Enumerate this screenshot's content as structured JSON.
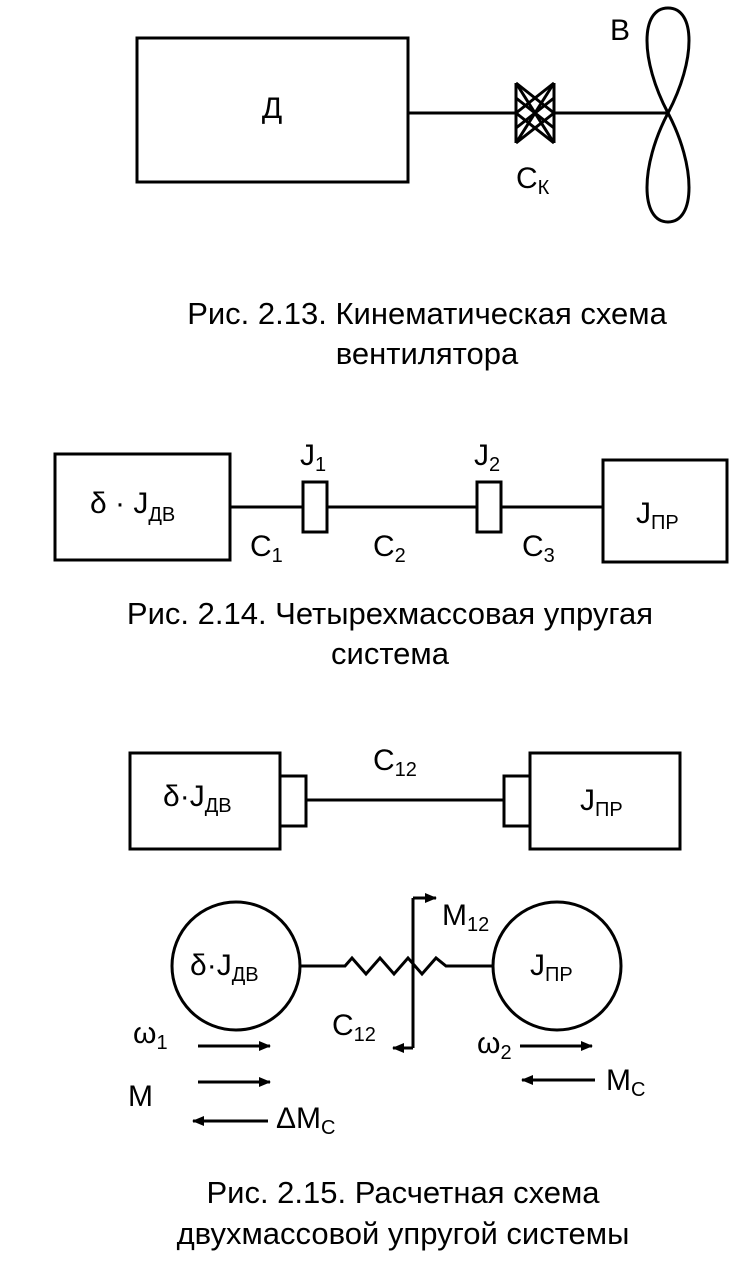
{
  "figure_213": {
    "motor_label": "Д",
    "fan_label": "В",
    "coupling_label": "С",
    "coupling_sub": "К",
    "caption_line1": "Рис. 2.13. Кинематическая схема",
    "caption_line2": "вентилятора"
  },
  "figure_214": {
    "left_mass": {
      "main": "δ · J",
      "sub": "ДВ"
    },
    "right_mass": {
      "main": "J",
      "sub": "ПР"
    },
    "inertia_1": {
      "main": "J",
      "sub": "1"
    },
    "inertia_2": {
      "main": "J",
      "sub": "2"
    },
    "stiffness_1": {
      "main": "С",
      "sub": "1"
    },
    "stiffness_2": {
      "main": "С",
      "sub": "2"
    },
    "stiffness_3": {
      "main": "С",
      "sub": "3"
    },
    "caption_line1": "Рис. 2.14. Четырехмассовая упругая",
    "caption_line2": "система"
  },
  "figure_215": {
    "top_left": {
      "main": "δ·J",
      "sub": "ДВ"
    },
    "top_right": {
      "main": "J",
      "sub": "ПР"
    },
    "top_stiffness": {
      "main": "С",
      "sub": "12"
    },
    "circle_left": {
      "main": "δ·J",
      "sub": "ДВ"
    },
    "circle_right": {
      "main": "J",
      "sub": "ПР"
    },
    "moment_12": {
      "main": "M",
      "sub": "12"
    },
    "spring_stiffness": {
      "main": "С",
      "sub": "12"
    },
    "omega_1": {
      "main": "ω",
      "sub": "1"
    },
    "omega_2": {
      "main": "ω",
      "sub": "2"
    },
    "torque_m": "M",
    "delta_mc": {
      "main": "ΔM",
      "sub": "С"
    },
    "load_mc": {
      "main": "M",
      "sub": "С"
    },
    "caption_line1": "Рис. 2.15. Расчетная схема",
    "caption_line2": "двухмассовой упругой системы"
  }
}
